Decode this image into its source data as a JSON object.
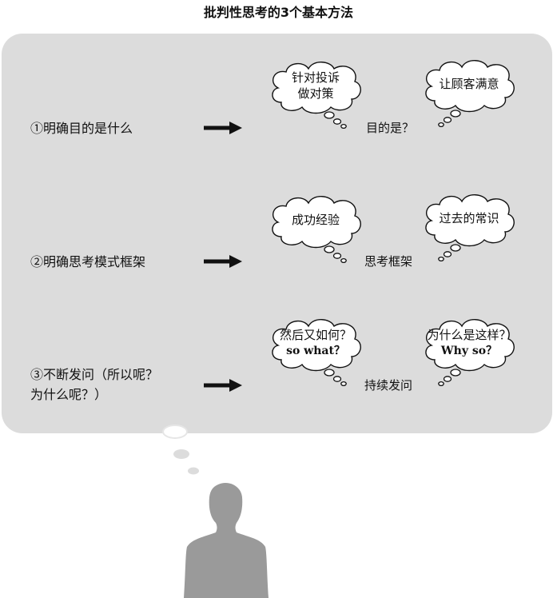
{
  "title": "批判性思考的3个基本方法",
  "steps": [
    {
      "label_lines": [
        "①明确目的是什么"
      ],
      "target": "目的是？",
      "clouds": [
        {
          "lines": [
            "针对投诉",
            "做对策"
          ]
        },
        {
          "lines": [
            "让顾客满意"
          ]
        }
      ]
    },
    {
      "label_lines": [
        "②明确思考模式框架"
      ],
      "target": "思考框架",
      "clouds": [
        {
          "lines": [
            "成功经验"
          ]
        },
        {
          "lines": [
            "过去的常识"
          ]
        }
      ]
    },
    {
      "label_lines": [
        "③不断发问（所以呢？",
        "为什么呢？）"
      ],
      "target": "持续发问",
      "clouds": [
        {
          "lines": [
            "然后又如何？",
            "so what？"
          ]
        },
        {
          "lines": [
            "为什么是这样？",
            "Why so？"
          ]
        }
      ]
    }
  ],
  "colors": {
    "panel": "#dcdcdc",
    "person": "#9a9a9a",
    "arrow": "#111111"
  }
}
